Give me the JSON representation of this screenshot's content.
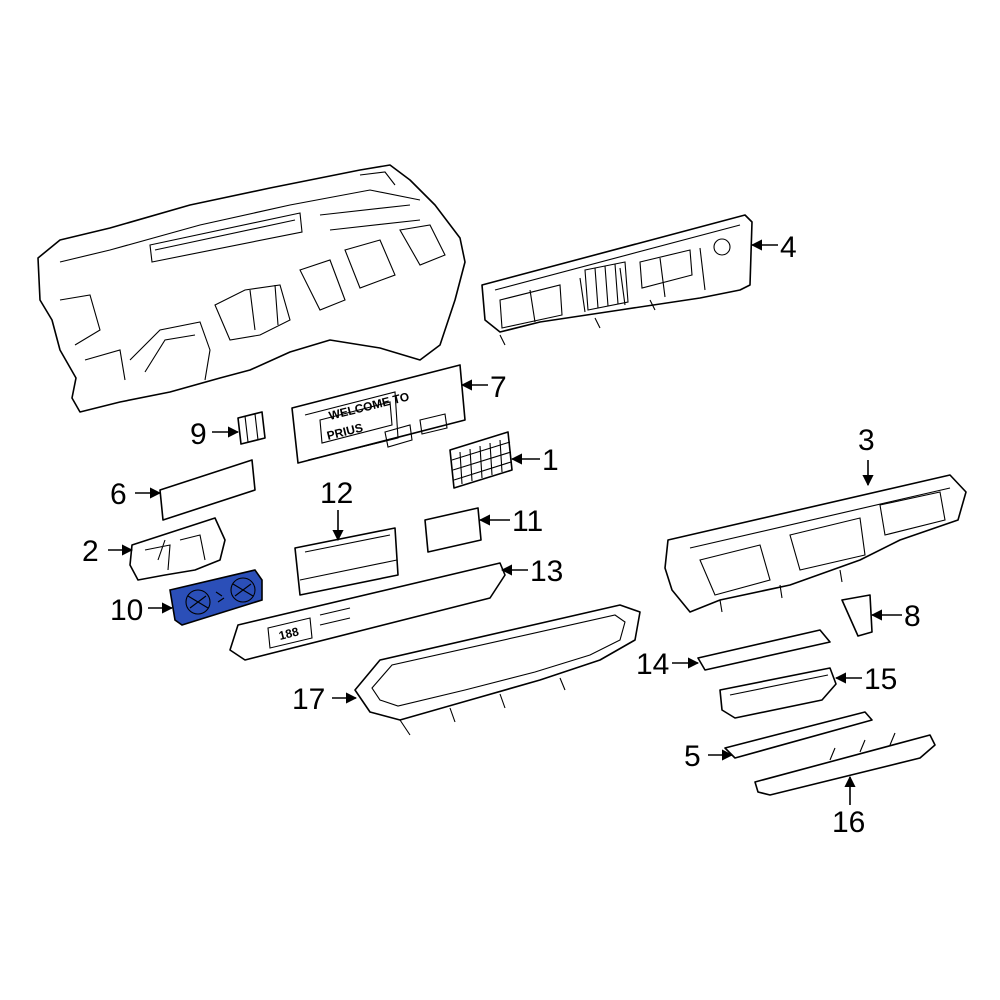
{
  "diagram": {
    "highlight_color": "#2b4fb8",
    "highlighted_part": "10",
    "part7_label_top": "WELCOME TO",
    "part7_label_main": "PRIUS",
    "part13_display": "188",
    "callouts": {
      "c1": "1",
      "c2": "2",
      "c3": "3",
      "c4": "4",
      "c5": "5",
      "c6": "6",
      "c7": "7",
      "c8": "8",
      "c9": "9",
      "c10": "10",
      "c11": "11",
      "c12": "12",
      "c13": "13",
      "c14": "14",
      "c15": "15",
      "c16": "16",
      "c17": "17"
    }
  }
}
